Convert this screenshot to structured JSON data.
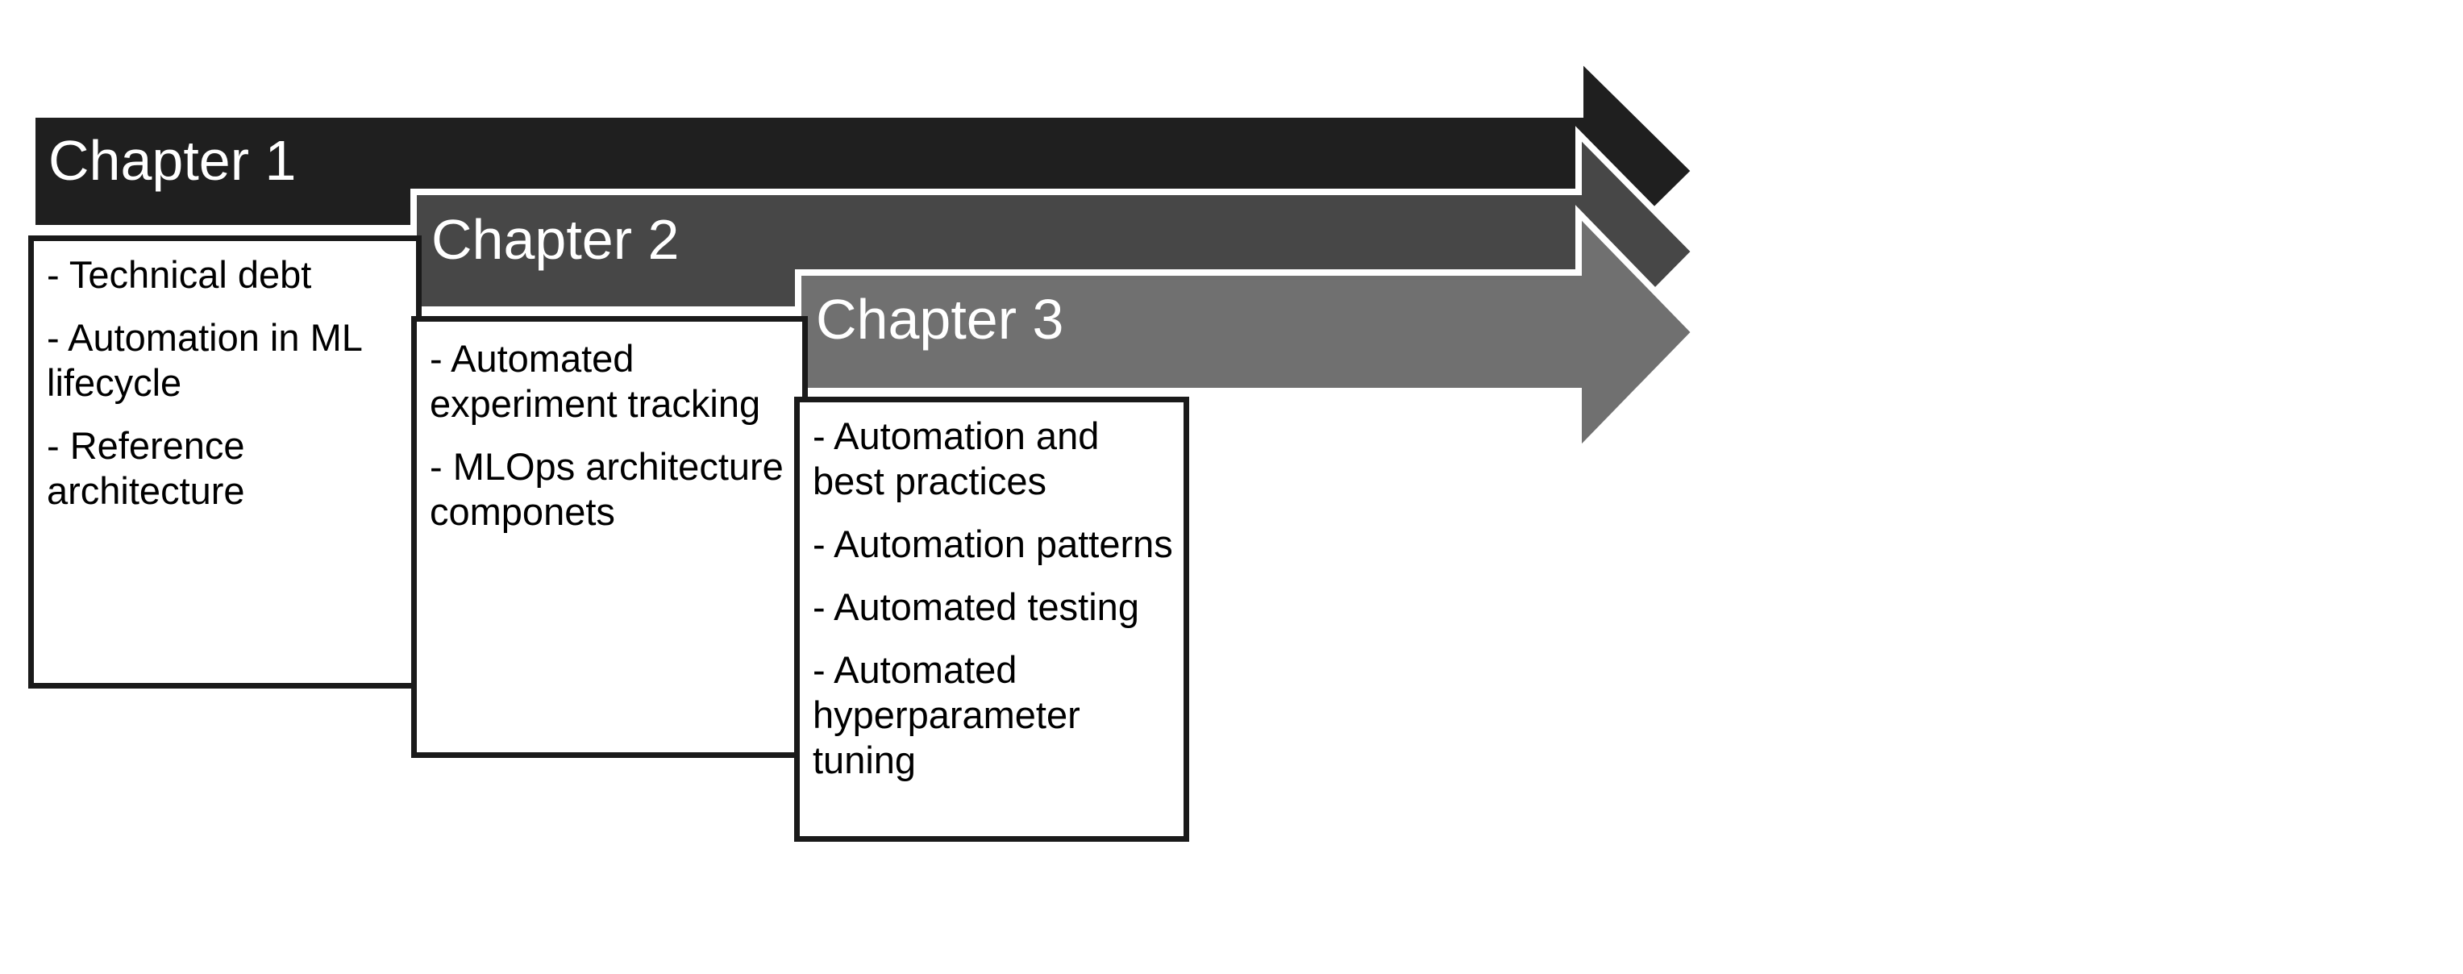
{
  "colors": {
    "chapter1_arrow": "#1f1f1f",
    "chapter2_arrow": "#474747",
    "chapter3_arrow": "#707070",
    "box_border": "#1a1a1a",
    "arrow_text": "#ffffff"
  },
  "chapters": [
    {
      "title": "Chapter 1",
      "topics": [
        "- Technical debt",
        "- Automation in ML lifecycle",
        "- Reference architecture"
      ]
    },
    {
      "title": "Chapter 2",
      "topics": [
        "- Automated experiment tracking",
        "- MLOps architecture componets"
      ]
    },
    {
      "title": "Chapter 3",
      "topics": [
        "- Automation and best practices",
        "- Automation patterns",
        "- Automated testing",
        "- Automated hyperparameter tuning"
      ]
    }
  ]
}
